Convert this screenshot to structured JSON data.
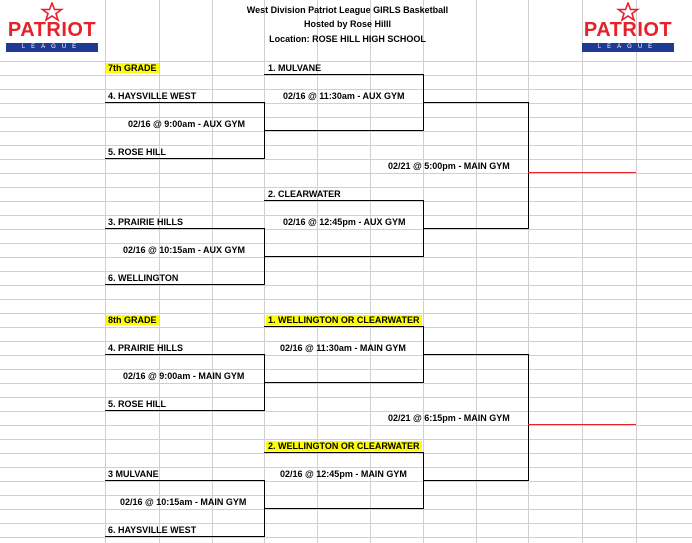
{
  "header": {
    "title": "West Division Patriot League GIRLS Basketball",
    "host": "Hosted by Rose Hilll",
    "location": "Location: ROSE HILL HIGH SCHOOL"
  },
  "logo": {
    "word": "PATRIOT",
    "sub": "LEAGUE",
    "colors": {
      "red": "#e8202a",
      "blue": "#1f3a93"
    }
  },
  "bracket7": {
    "label": "7th GRADE",
    "seeds": {
      "s1": "1. MULVANE",
      "s4": "4. HAYSVILLE WEST",
      "s5": "5. ROSE HILL",
      "s2": "2. CLEARWATER",
      "s3": "3. PRAIRIE HILLS",
      "s6": "6. WELLINGTON"
    },
    "games": {
      "g1": "02/16 @ 9:00am - AUX GYM",
      "g2": "02/16 @ 11:30am - AUX GYM",
      "g3": "02/16 @ 10:15am - AUX GYM",
      "g4": "02/16 @ 12:45pm - AUX GYM",
      "final": "02/21 @ 5:00pm - MAIN GYM"
    }
  },
  "bracket8": {
    "label": "8th GRADE",
    "seeds": {
      "s1": "1. WELLINGTON OR CLEARWATER",
      "s4": "4. PRAIRIE HILLS",
      "s5": "5. ROSE HILL",
      "s2": "2. WELLINGTON OR CLEARWATER",
      "s3": "3  MULVANE",
      "s6": "6. HAYSVILLE WEST"
    },
    "games": {
      "g1": "02/16 @ 9:00am - MAIN GYM",
      "g2": "02/16 @ 11:30am - MAIN GYM",
      "g3": "02/16 @ 10:15am - MAIN GYM",
      "g4": "02/16 @ 12:45pm - MAIN GYM",
      "final": "02/21 @ 6:15pm - MAIN GYM"
    }
  }
}
